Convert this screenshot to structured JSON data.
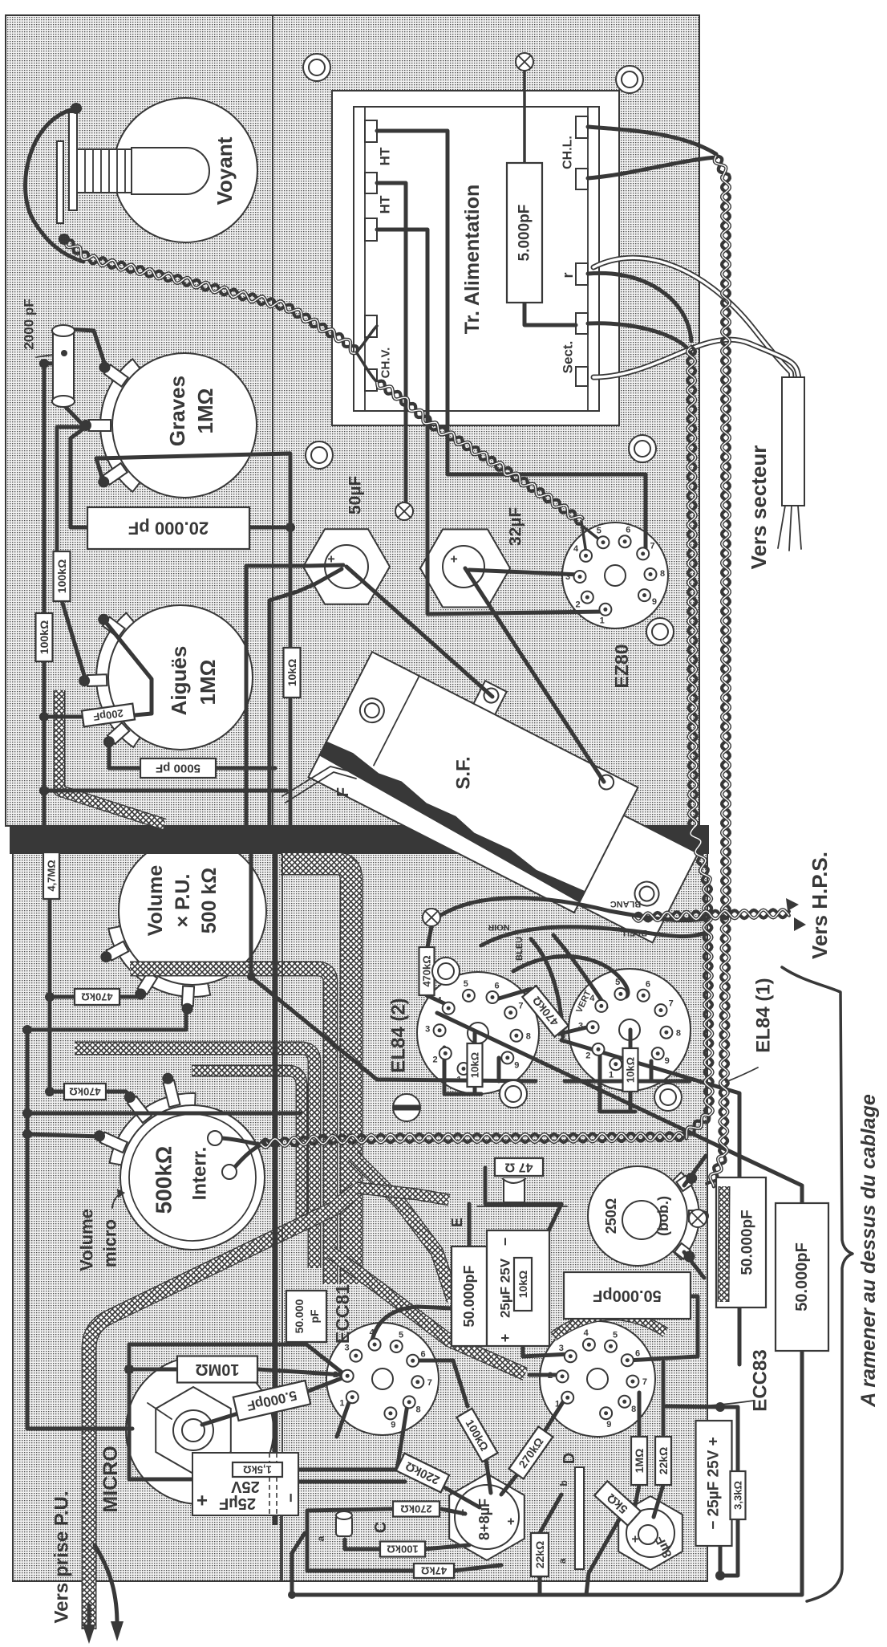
{
  "colors": {
    "ink": "#383838",
    "chassis_light": "#f2f2f2",
    "chassis_dot": "#4a4a4a",
    "paper": "#ffffff"
  },
  "controls_panel": {
    "pilot_lamp": "Voyant",
    "cap_2000pf": "2000 pF",
    "bass_pot": {
      "name": "Graves",
      "value": "1MΩ"
    },
    "cap_20000pf": "20.000 pF",
    "res_100k_a": "100kΩ",
    "res_100k_b": "100kΩ",
    "treble_pot": {
      "name": "Aiguës",
      "value": "1MΩ"
    },
    "cap_200pf": "200pF",
    "cap_5000pf": "5000 pF",
    "res_10k": "10kΩ"
  },
  "power_panel": {
    "transformer": {
      "name": "Tr. Alimentation",
      "cap": "5.000pF",
      "left_terminals": [
        "HT",
        "HT",
        "CH.V."
      ],
      "right_terminals": [
        "CH.L.",
        "r",
        "Sect."
      ]
    },
    "cap_50uf": "50µF",
    "cap_32uf": "32µF",
    "rectifier": "EZ80",
    "output_transformer": "S.F.",
    "fuse": "F",
    "mains_cable": "Vers secteur"
  },
  "amplifier_panel": {
    "volume_pu_pot": [
      "Volume",
      "× P.U.",
      "500 kΩ"
    ],
    "res_4m7": "4,7MΩ",
    "res_470k_a": "470kΩ",
    "res_470k_b": "470kΩ",
    "volume_micro_pot": {
      "value": "500kΩ",
      "switch": "Interr."
    },
    "volume_micro_caption": [
      "Volume",
      "micro"
    ],
    "ecc81": "ECC81",
    "cap_50000pf_a": [
      "50.000",
      "pF"
    ],
    "res_10m": "10MΩ",
    "cap_5000pf_micro": "5.000pF",
    "micro_jack": "MICRO",
    "cap_25uf_a": {
      "value": "25µF",
      "voltage": "25V",
      "plus": "+",
      "minus": "−"
    },
    "res_1k5": "1,5kΩ",
    "res_220k": "220kΩ",
    "res_270k_a": "270kΩ",
    "res_100k_c": "100kΩ",
    "res_47k": "47kΩ",
    "point_c": "C",
    "cap_8_8uf": "8+8µF",
    "res_100k_d": "100kΩ",
    "res_270k_b": "270kΩ",
    "point_d": "D",
    "res_22k_a": "22kΩ",
    "res_5k": "5kΩ",
    "res_1m": "1MΩ",
    "res_22k_b": "22kΩ",
    "cap_8uf": "8µF",
    "cap_25uf_c": "− 25µF 25V +",
    "res_3k3": "3,3kΩ",
    "ecc83": "ECC83",
    "res_47r": "47 Ω",
    "point_e": "E",
    "cap_50000pf_b": "50.000pF",
    "cap_25uf_b": {
      "value": "25µF 25V",
      "plus": "+",
      "minus": "−"
    },
    "res_10k_b": "10kΩ",
    "pot_250": {
      "value": "250Ω",
      "note": "(bob.)"
    },
    "cap_50000pf_c": "50.000pF",
    "cap_50000pf_d": "50.000pF",
    "el84_1": "EL84 (1)",
    "el84_2": "EL84 (2)",
    "res_470k_g": "470kΩ",
    "res_470k_d": "470kΩ",
    "res_10k_el84_2": "10kΩ",
    "res_10k_el84_1": "10kΩ",
    "wire_colors": [
      "NOIR",
      "BLANC",
      "BLEU",
      "BLEU",
      "VERT"
    ],
    "terminal_letters": [
      "a",
      "b",
      "a"
    ]
  },
  "external": {
    "cap_50000pf_e": "50.000pF",
    "speaker_output": "Vers H.P.S.",
    "pickup_input": "Vers prise P.U.",
    "wiring_note": "A ramener au dessus du cablage"
  },
  "polarity_plus": "+",
  "socket_pins": [
    "1",
    "2",
    "3",
    "4",
    "5",
    "6",
    "7",
    "8",
    "9"
  ]
}
